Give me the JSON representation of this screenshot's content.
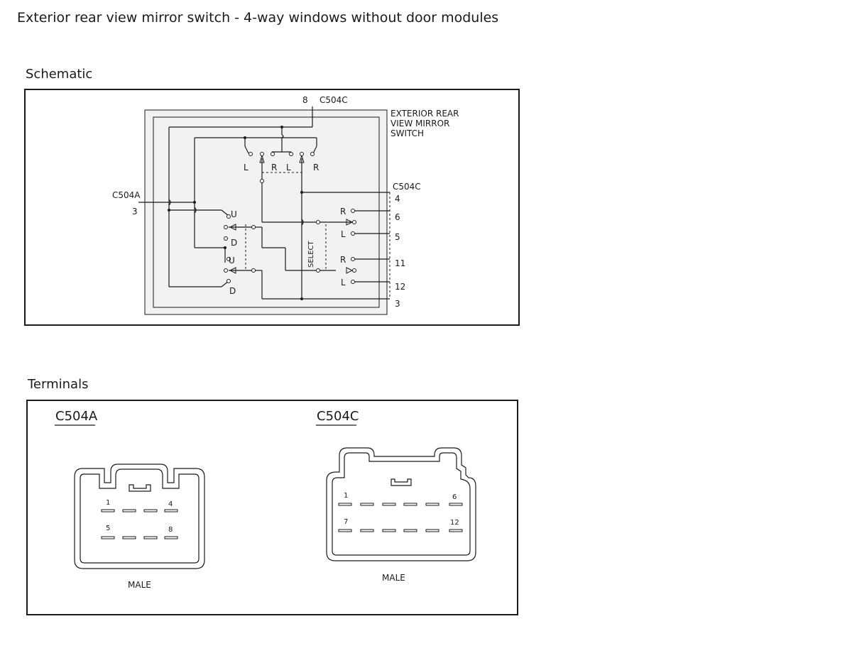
{
  "page_title": "Exterior rear view mirror switch - 4-way windows without door modules",
  "schematic": {
    "heading": "Schematic",
    "component_label": [
      "EXTERIOR REAR",
      "VIEW MIRROR",
      "SWITCH"
    ],
    "connectors": {
      "top": {
        "pin": "8",
        "name": "C504C"
      },
      "left": {
        "name": "C504A",
        "pin": "3"
      },
      "right": {
        "name": "C504C",
        "pins": [
          "4",
          "6",
          "5",
          "11",
          "12",
          "3"
        ]
      }
    },
    "switch_letters": {
      "L": "L",
      "R": "R",
      "U": "U",
      "D": "D"
    },
    "select_label": "SELECT"
  },
  "terminals": {
    "heading": "Terminals",
    "c504a": {
      "name": "C504A",
      "gender": "MALE",
      "pin_labels": [
        "1",
        "4",
        "5",
        "8"
      ]
    },
    "c504c": {
      "name": "C504C",
      "gender": "MALE",
      "pin_labels": [
        "1",
        "6",
        "7",
        "12"
      ]
    }
  }
}
